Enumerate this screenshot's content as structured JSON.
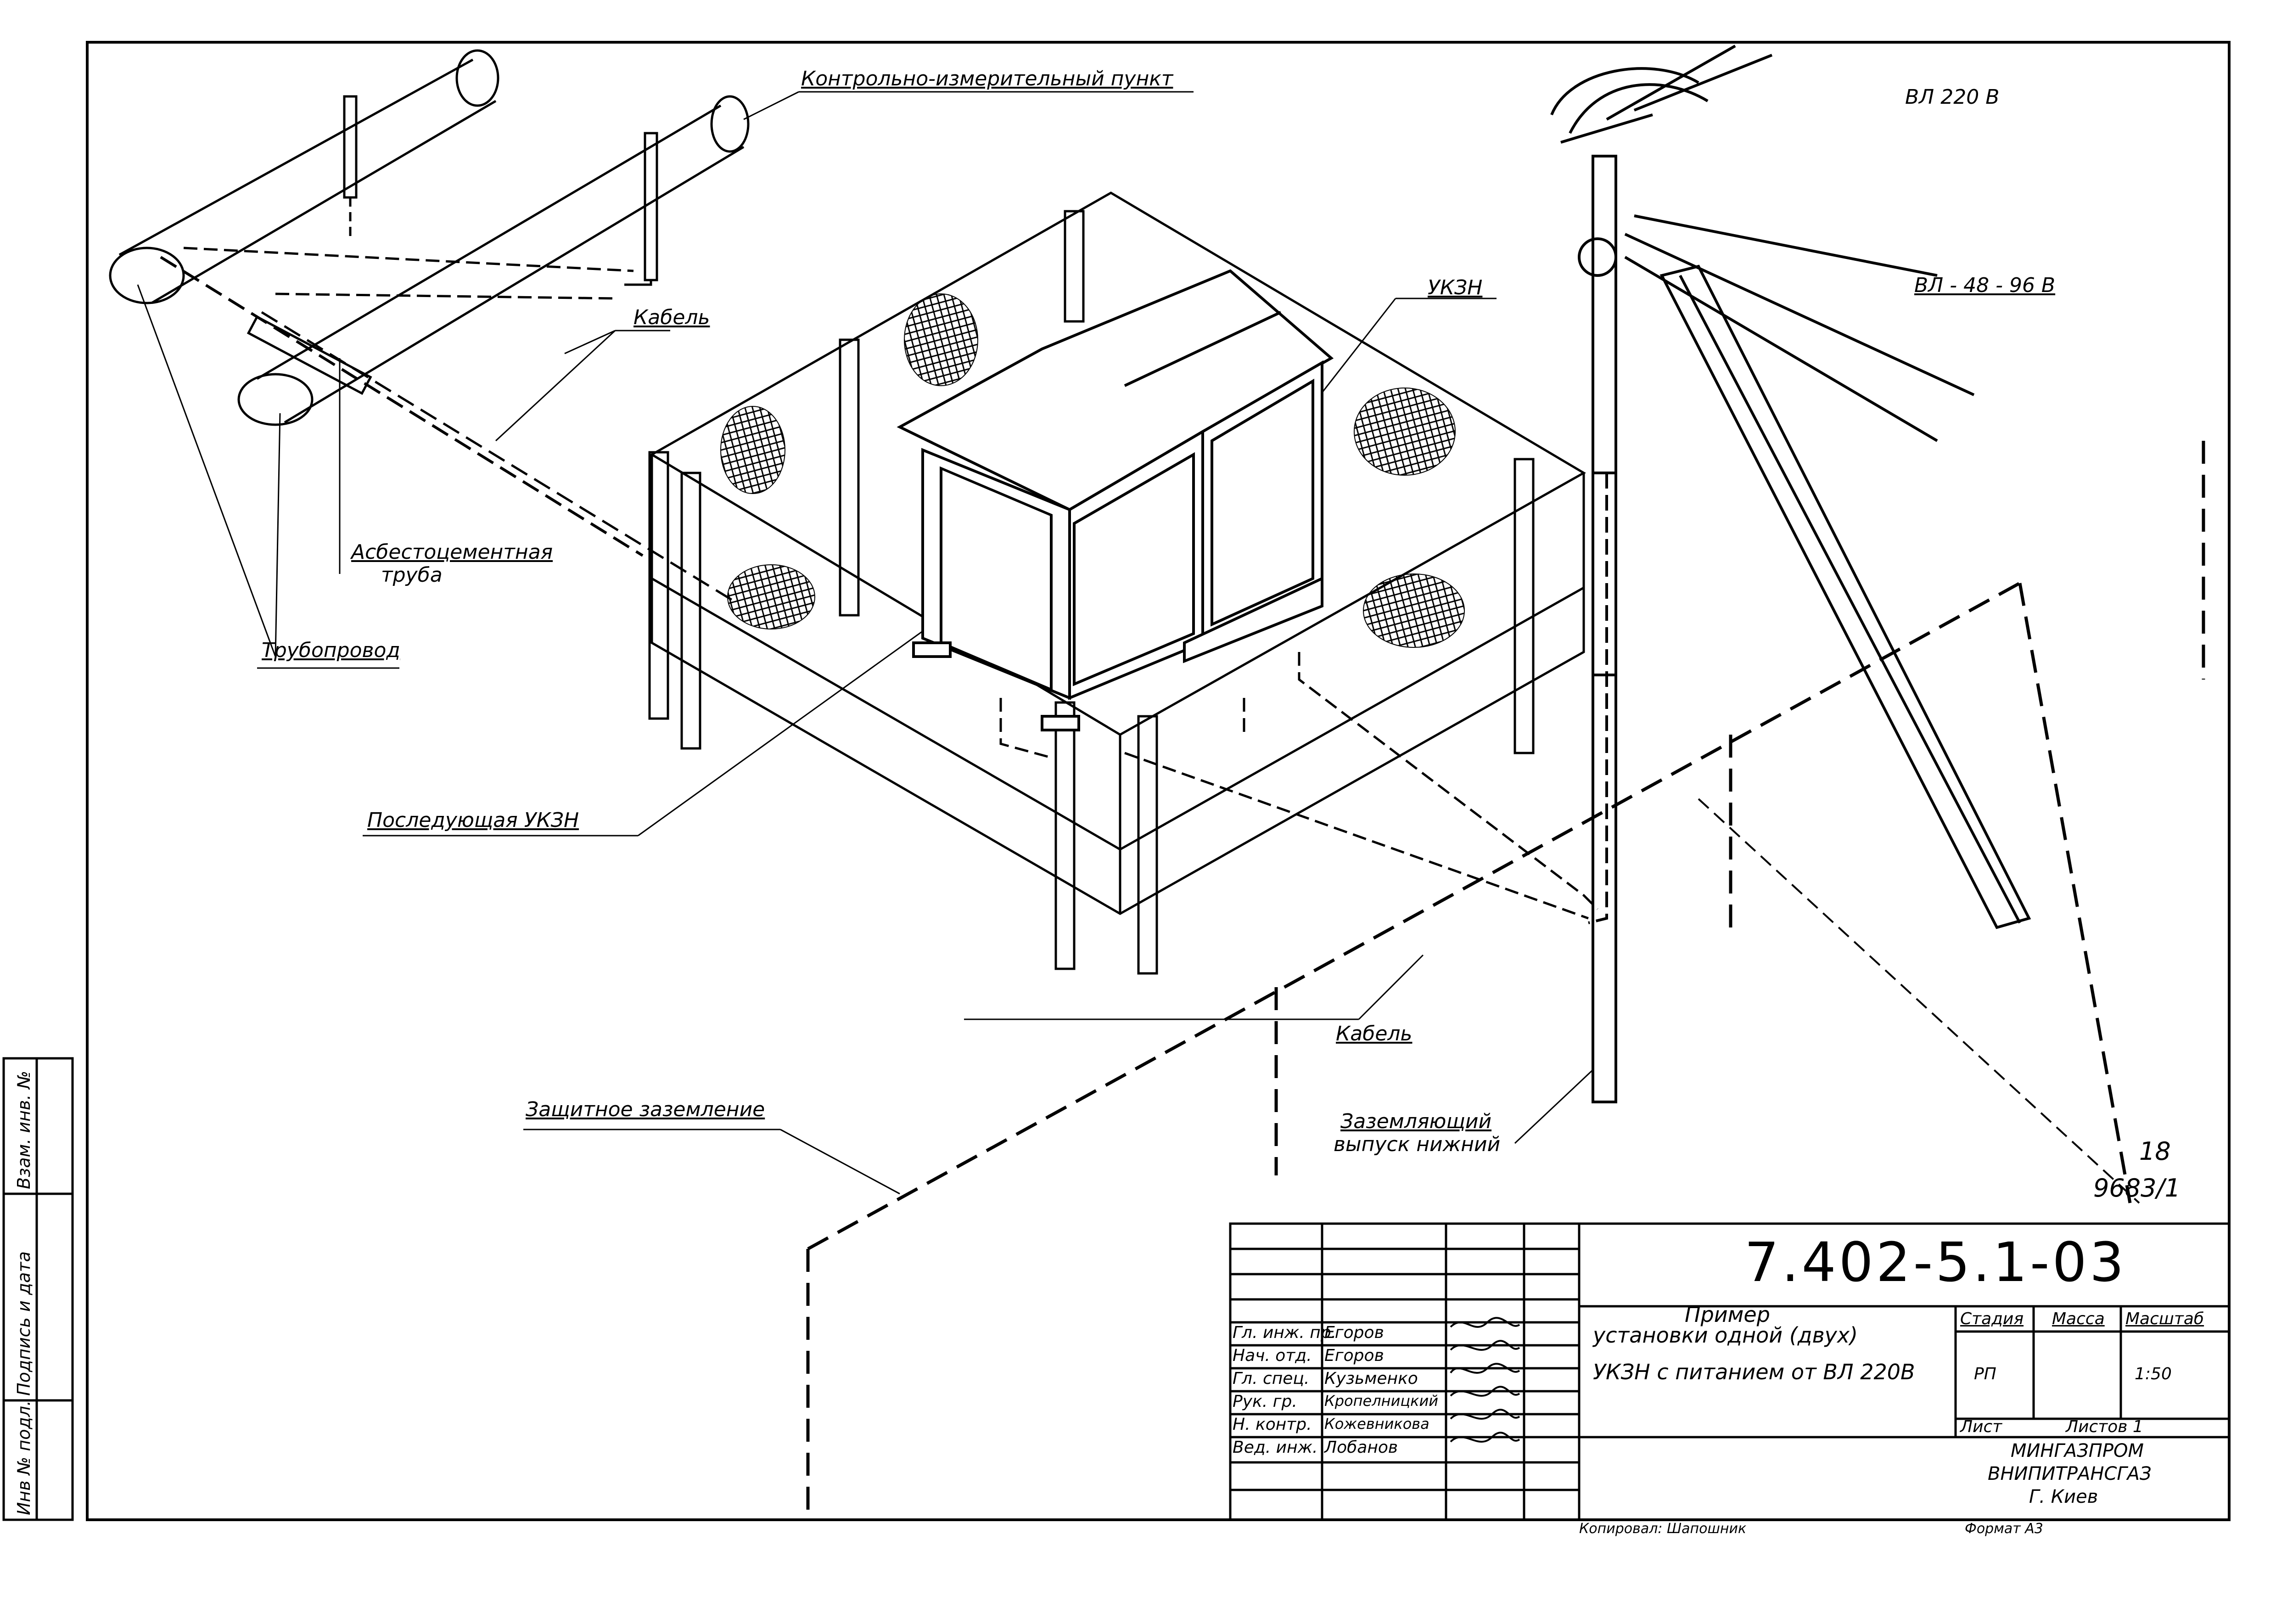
{
  "labels": {
    "control_point": "Контрольно-измерительный пункт",
    "vl_220": "ВЛ 220 В",
    "vl_48": "ВЛ - 48 - 96 В",
    "ukzn": "УКЗН",
    "cable_top": "Кабель",
    "asbestos_pipe_line1": "Асбестоцементная",
    "asbestos_pipe_line2": "труба",
    "pipeline": "Трубопровод",
    "next_ukzn": "Последующая УКЗН",
    "cable_bottom": "Кабель",
    "grounding_outlet_line1": "Заземляющий",
    "grounding_outlet_line2": "выпуск нижний",
    "protective_grounding": "Защитное заземление"
  },
  "sheet_marks": {
    "sheet_number": "18",
    "archive_number": "9683/1"
  },
  "title_block": {
    "doc_code": "7.402-5.1-03",
    "title_line1": "Пример",
    "title_line2": "установки одной (двух)",
    "title_line3": "УКЗН с питанием от ВЛ 220В",
    "col_stage": "Стадия",
    "col_mass": "Масса",
    "col_scale": "Масштаб",
    "stage_value": "РП",
    "scale_value": "1:50",
    "sheet_label": "Лист",
    "sheets_label": "Листов 1",
    "org_line1": "МИНГАЗПРОМ",
    "org_line2": "ВНИПИТРАНСГАЗ",
    "org_line3": "Г. Киев",
    "copied_by": "Копировал: Шапошник",
    "format": "Формат А3",
    "signatories": [
      {
        "role": "Гл. инж. пр.",
        "name": "Егоров"
      },
      {
        "role": "Нач. отд.",
        "name": "Егоров"
      },
      {
        "role": "Гл. спец.",
        "name": "Кузьменко"
      },
      {
        "role": "Рук. гр.",
        "name": "Кропелницкий"
      },
      {
        "role": "Н. контр.",
        "name": "Кожевникова"
      },
      {
        "role": "Вед. инж.",
        "name": "Лобанов"
      }
    ]
  },
  "side_stamp": {
    "inv_no": "Инв № подл.",
    "sign_date": "Подпись и дата",
    "replace_inv": "Взам. инв. №"
  }
}
